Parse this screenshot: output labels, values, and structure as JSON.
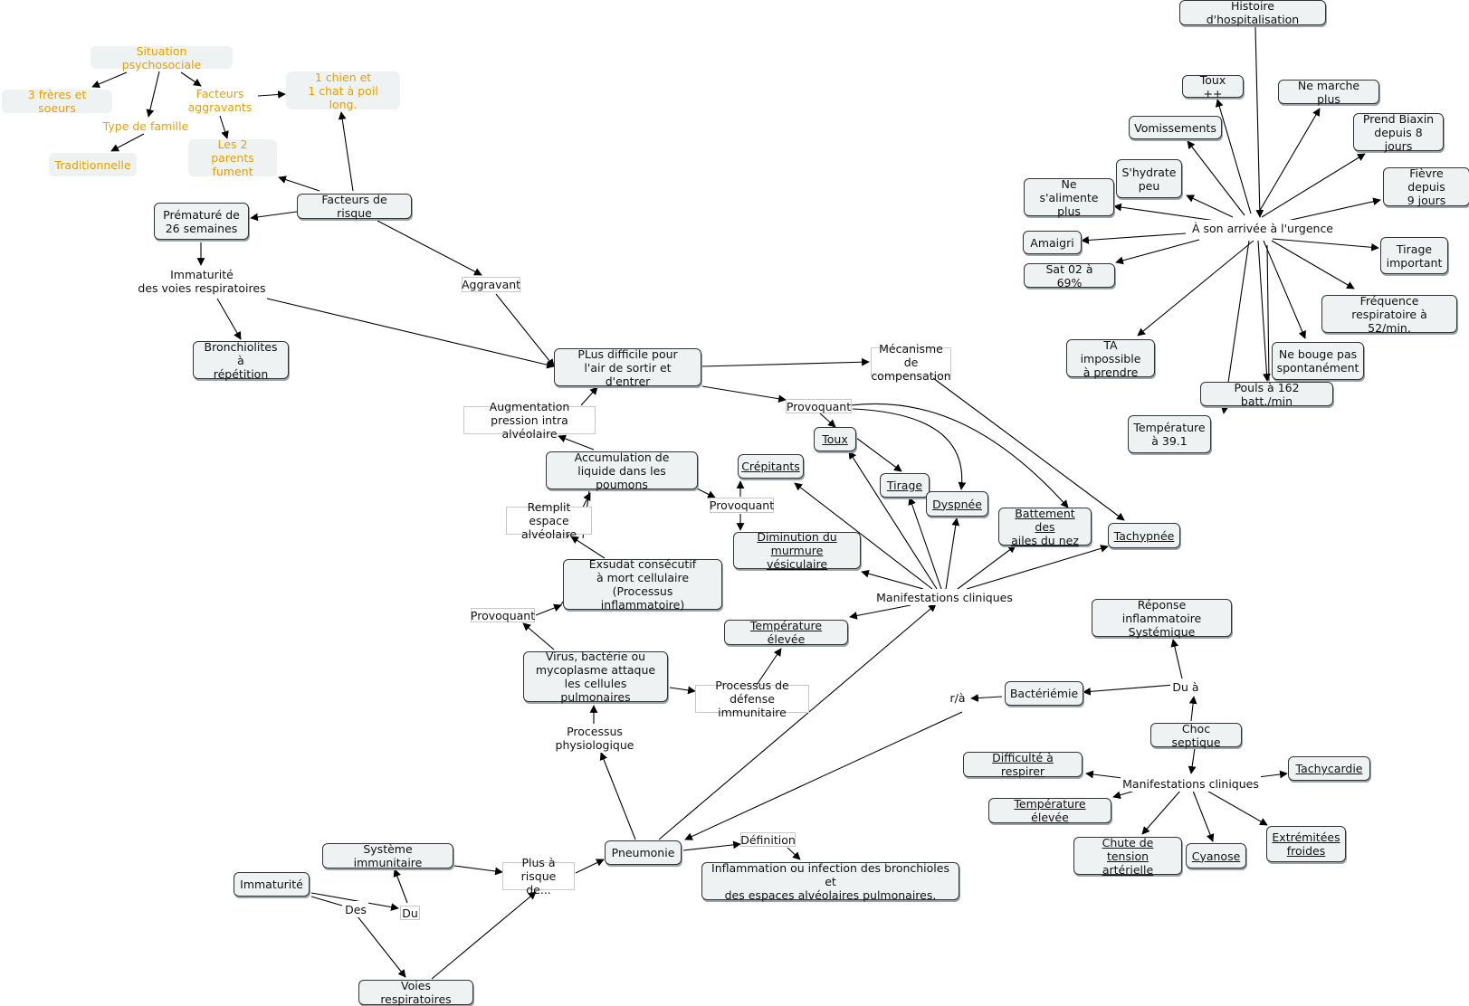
{
  "nodes": {
    "histoire": "Histoire d'hospitalisation",
    "toux_pp": "Toux ++",
    "ne_marche": "Ne marche plus",
    "vomissements": "Vomissements",
    "biaxin": "Prend Biaxin\ndepuis 8 jours",
    "hydrate": "S'hydrate\npeu",
    "alimente": "Ne s'alimente\nplus",
    "fievre": "Fièvre depuis\n9 jours",
    "arrivee": "À son arrivée à l'urgence",
    "amaigri": "Amaigri",
    "tirage_imp": "Tirage\nimportant",
    "sat": "Sat 02 à 69%",
    "freq_resp": "Fréquence\nrespiratoire à 52/min.",
    "ta": "TA impossible\nà prendre",
    "bouge": "Ne bouge pas\nspontanément",
    "pouls": "Pouls à 162 batt./min",
    "temp391": "Température\nà 39.1",
    "situation": "Situation psychosociale",
    "freres": "3 frères et soeurs",
    "facteurs_agg": "Facteurs\naggravants",
    "chien": "1 chien et\n1 chat à poil long.",
    "type_famille": "Type de famille",
    "traditionnelle": "Traditionnelle",
    "parents": "Les 2 parents\nfument",
    "facteurs_risque": "Facteurs de risque",
    "premature": "Prématuré de\n26 semaines",
    "immaturite_voies": "Immaturité\ndes voies respiratoires",
    "aggravant": "Aggravant",
    "bronchiolites": "Bronchiolites à\nrépétition",
    "plus_difficile": "PLus difficile pour\nl'air de sortir et d'entrer",
    "mecanisme": "Mécanisme de\ncompensation",
    "augmentation": "Augmentation\npression intra alvéolaire",
    "provoquant1": "Provoquant",
    "toux": "Toux",
    "accumulation": "Accumulation de\nliquide dans les poumons",
    "crepitants": "Crépitants",
    "tirage": "Tirage",
    "dyspnee": "Dyspnée",
    "provoquant2": "Provoquant",
    "remplit": "Remplit espace\nalvéolaire",
    "battement": "Battement des\nailes du nez",
    "tachypnee": "Tachypnée",
    "diminution": "Diminution du\nmurmure vésiculaire",
    "exsudat": "Exsudat consécutif\nà mort cellulaire\n(Processus inflammatoire)",
    "manif1": "Manifestations cliniques",
    "reponse": "Réponse inflammatoire\nSystémique",
    "provoquant3": "Provoquant",
    "temp_elevee1": "Température élevée",
    "virus": "Virus, bactérie ou\nmycoplasme attaque\nles cellules pulmonaires",
    "processus_def": "Processus de\ndéfense immunitaire",
    "du_a": "Du à",
    "ra": "r/à",
    "bacteriemie": "Bactériémie",
    "processus_phys": "Processus\nphysiologique",
    "choc": "Choc septique",
    "difficulte": "Difficulté à respirer",
    "manif2": "Manifestations cliniques",
    "tachycardie": "Tachycardie",
    "temp_elevee2": "Température élevée",
    "extremitees": "Extrémitées\nfroides",
    "definition": "Définition",
    "chute": "Chute de tension\nartérielle",
    "cyanose": "Cyanose",
    "systeme": "Système immunitaire",
    "pneumonie": "Pneumonie",
    "inflammation": "Inflammation ou infection des bronchioles et\ndes espaces alvéolaires pulmonaires.",
    "immaturite": "Immaturité",
    "plus_risque": "Plus à risque\nde...",
    "des": "Des",
    "du": "Du",
    "voies": "Voies respiratoires"
  }
}
